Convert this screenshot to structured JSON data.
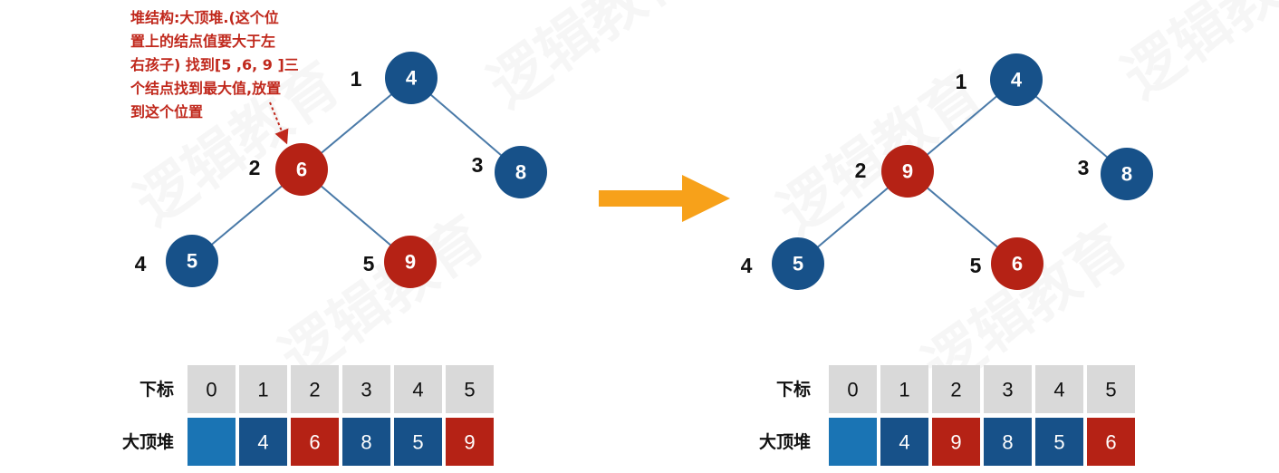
{
  "colors": {
    "blue_node": "#175189",
    "red_node": "#b52215",
    "edge": "#4a7aa8",
    "arrow": "#f7a11a",
    "header_cell": "#d9d9d9",
    "empty_cell": "#1a74b4",
    "note": "#c0281c"
  },
  "annotation": {
    "lines": [
      "堆结构:大顶堆.(这个位",
      "置上的结点值要大于左",
      "右孩子) 找到[5 ,6, 9 ]三",
      "个结点找到最大值,放置",
      "到这个位置"
    ]
  },
  "watermark": "逻辑教育",
  "trees": [
    {
      "nodes": [
        {
          "index": "1",
          "value": "4",
          "color": "blue"
        },
        {
          "index": "2",
          "value": "6",
          "color": "red"
        },
        {
          "index": "3",
          "value": "8",
          "color": "blue"
        },
        {
          "index": "4",
          "value": "5",
          "color": "blue"
        },
        {
          "index": "5",
          "value": "9",
          "color": "red"
        }
      ],
      "table": {
        "header_label": "下标",
        "row_label": "大顶堆",
        "indices": [
          "0",
          "1",
          "2",
          "3",
          "4",
          "5"
        ],
        "values": [
          {
            "text": "",
            "color": "empty"
          },
          {
            "text": "4",
            "color": "blue"
          },
          {
            "text": "6",
            "color": "red"
          },
          {
            "text": "8",
            "color": "blue"
          },
          {
            "text": "5",
            "color": "blue"
          },
          {
            "text": "9",
            "color": "red"
          }
        ]
      }
    },
    {
      "nodes": [
        {
          "index": "1",
          "value": "4",
          "color": "blue"
        },
        {
          "index": "2",
          "value": "9",
          "color": "red"
        },
        {
          "index": "3",
          "value": "8",
          "color": "blue"
        },
        {
          "index": "4",
          "value": "5",
          "color": "blue"
        },
        {
          "index": "5",
          "value": "6",
          "color": "red"
        }
      ],
      "table": {
        "header_label": "下标",
        "row_label": "大顶堆",
        "indices": [
          "0",
          "1",
          "2",
          "3",
          "4",
          "5"
        ],
        "values": [
          {
            "text": "",
            "color": "empty"
          },
          {
            "text": "4",
            "color": "blue"
          },
          {
            "text": "9",
            "color": "red"
          },
          {
            "text": "8",
            "color": "blue"
          },
          {
            "text": "5",
            "color": "blue"
          },
          {
            "text": "6",
            "color": "red"
          }
        ]
      }
    }
  ]
}
